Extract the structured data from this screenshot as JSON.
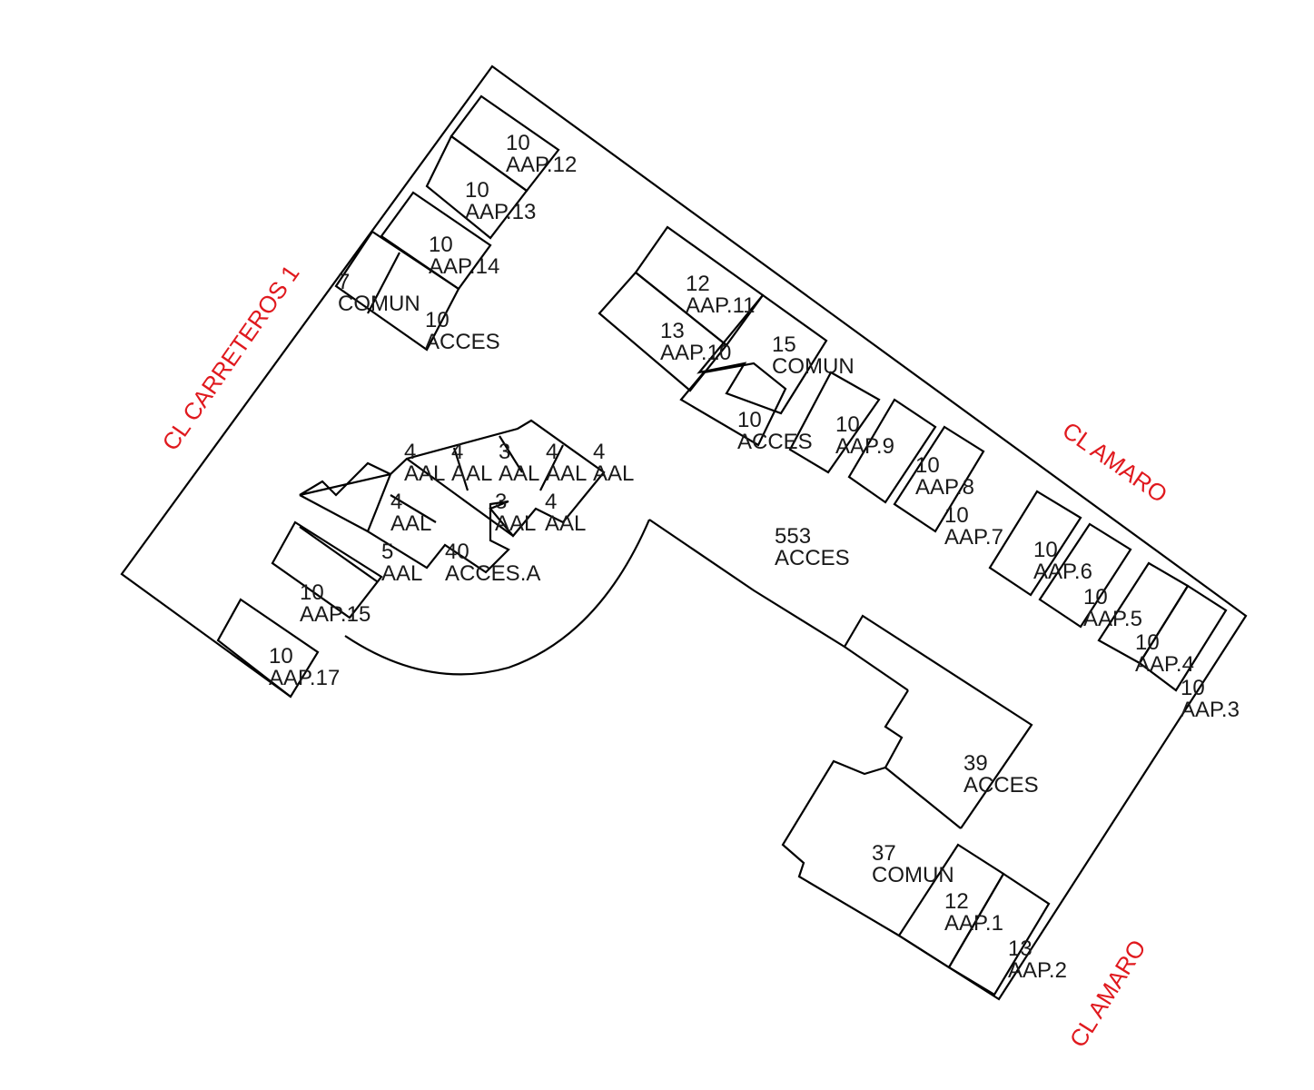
{
  "streets": {
    "carreteros": "CL CARRETEROS 1",
    "amaro_top": "CL AMARO",
    "amaro_bottom": "CL AMARO"
  },
  "street_color": "#e0191e",
  "units": [
    {
      "n": "10",
      "t": "AAP.12"
    },
    {
      "n": "10",
      "t": "AAP.13"
    },
    {
      "n": "10",
      "t": "AAP.14"
    },
    {
      "n": "7",
      "t": "COMUN"
    },
    {
      "n": "10",
      "t": "ACCES"
    },
    {
      "n": "12",
      "t": "AAP.11"
    },
    {
      "n": "13",
      "t": "AAP.10"
    },
    {
      "n": "15",
      "t": "COMUN"
    },
    {
      "n": "10",
      "t": "ACCES"
    },
    {
      "n": "10",
      "t": "AAP.9"
    },
    {
      "n": "10",
      "t": "AAP.8"
    },
    {
      "n": "10",
      "t": "AAP.7"
    },
    {
      "n": "553",
      "t": "ACCES"
    },
    {
      "n": "10",
      "t": "AAP.6"
    },
    {
      "n": "10",
      "t": "AAP.5"
    },
    {
      "n": "10",
      "t": "AAP.4"
    },
    {
      "n": "10",
      "t": "AAP.3"
    },
    {
      "n": "4",
      "t": "AAL"
    },
    {
      "n": "4",
      "t": "AAL"
    },
    {
      "n": "3",
      "t": "AAL"
    },
    {
      "n": "4",
      "t": "AAL"
    },
    {
      "n": "4",
      "t": "AAL"
    },
    {
      "n": "4",
      "t": "AAL"
    },
    {
      "n": "5",
      "t": "AAL"
    },
    {
      "n": "3",
      "t": "AAL"
    },
    {
      "n": "4",
      "t": "AAL"
    },
    {
      "n": "40",
      "t": "ACCES.A"
    },
    {
      "n": "10",
      "t": "AAP.15"
    },
    {
      "n": "10",
      "t": "AAP.17"
    },
    {
      "n": "39",
      "t": "ACCES"
    },
    {
      "n": "37",
      "t": "COMUN"
    },
    {
      "n": "12",
      "t": "AAP.1"
    },
    {
      "n": "13",
      "t": "AAP.2"
    }
  ]
}
